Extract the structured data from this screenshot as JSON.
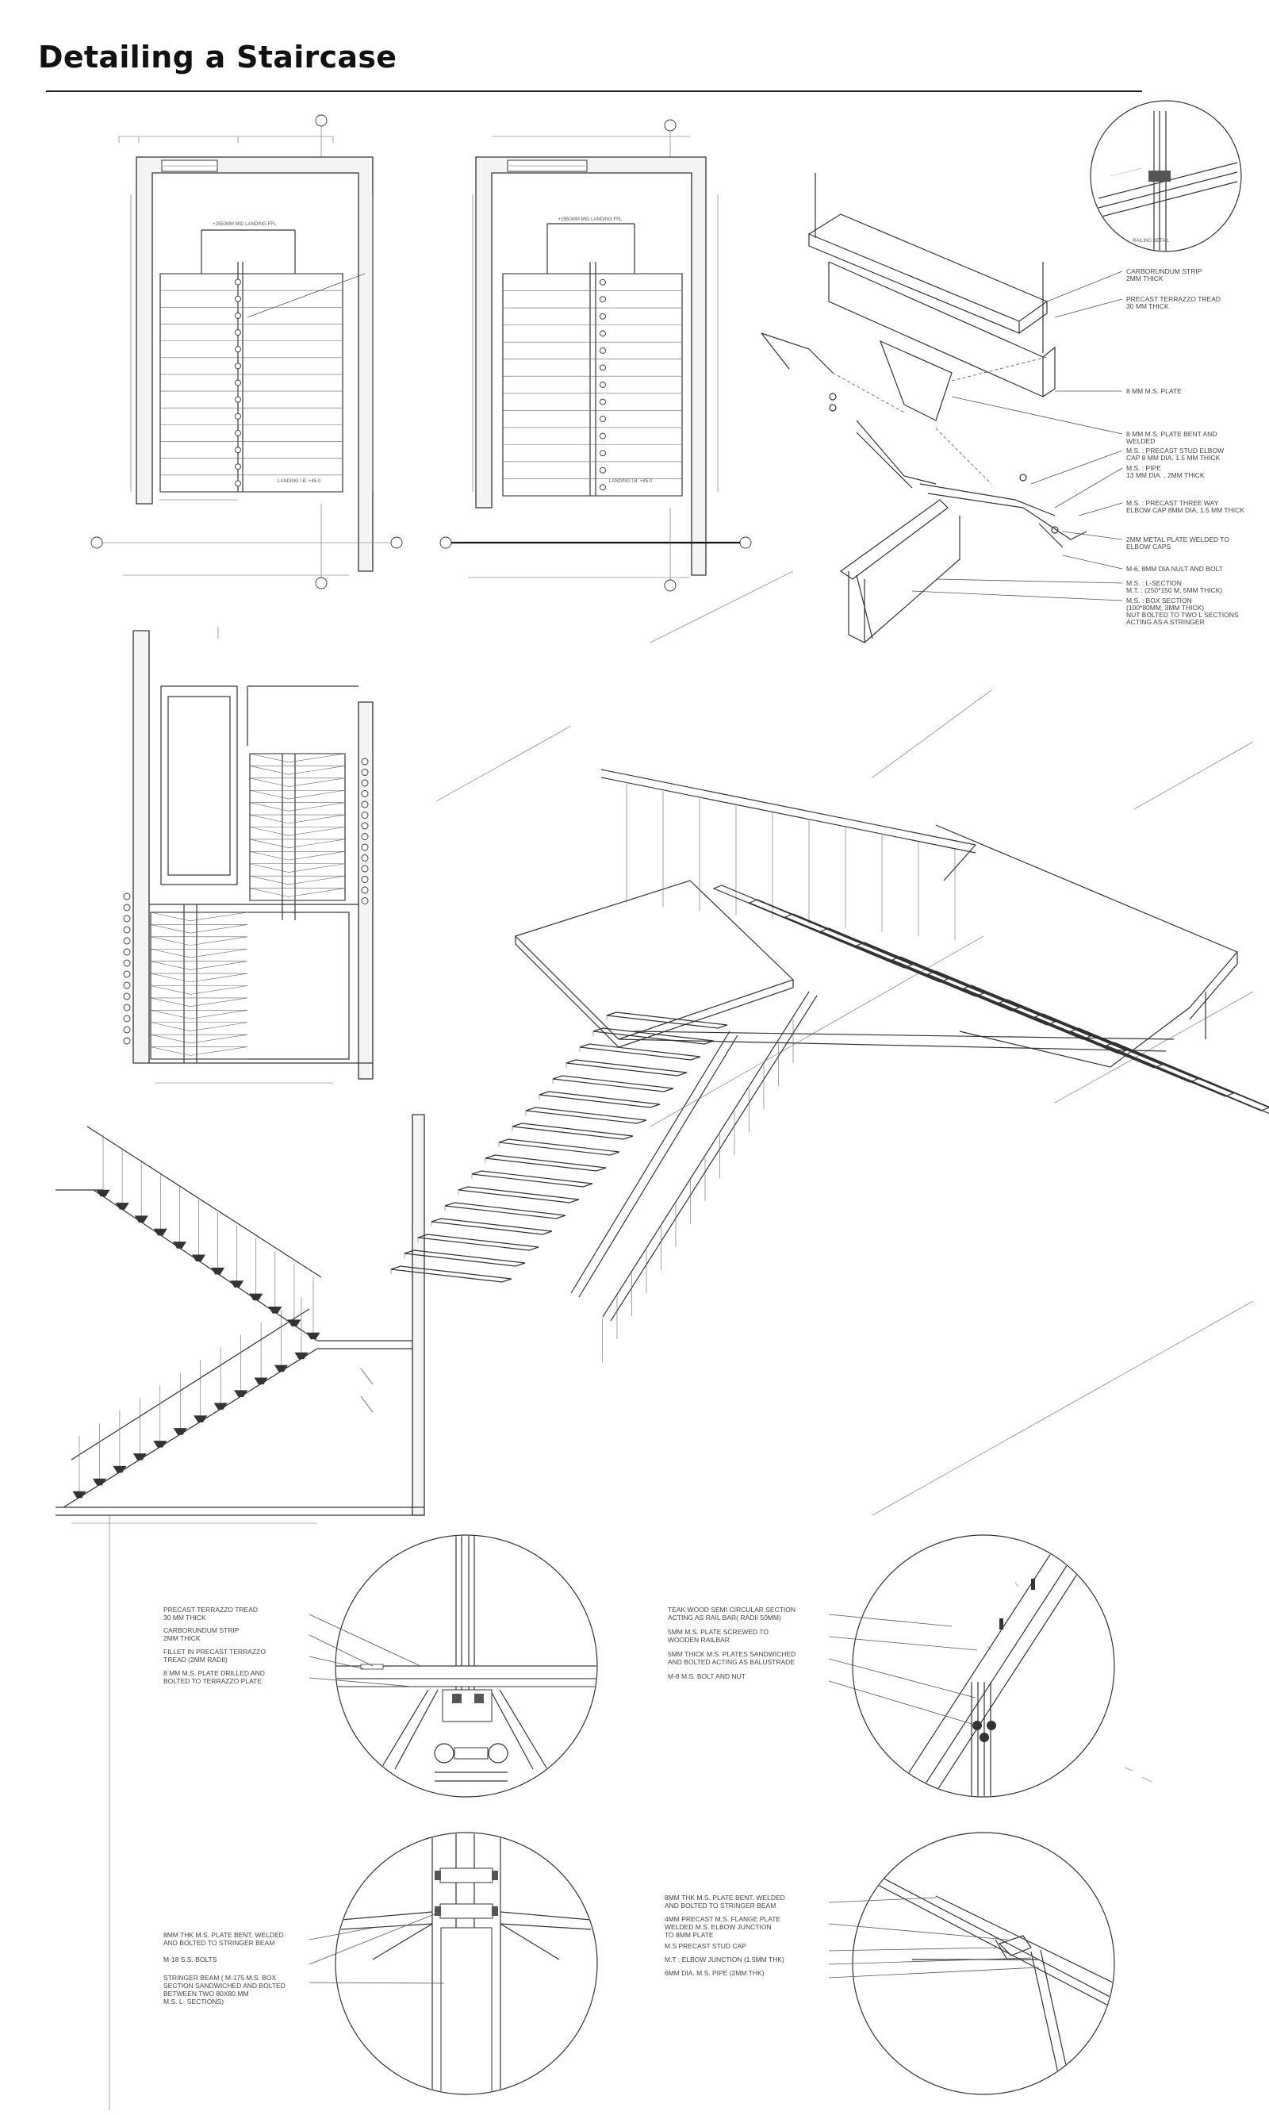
{
  "title": "Detailing a Staircase",
  "plans": {
    "plan_a_landing": "+2550MM MID LANDING FFL",
    "plan_a_level": "LANDING I.B. +45.0",
    "plan_b_landing": "+2550MM MID LANDING FFL",
    "plan_b_level": "LANDING I.B. +45.0"
  },
  "railing_detail_label": "RAILING DETAIL",
  "exploded_callouts": [
    "CARBORUNDUM STRIP|2MM THICK",
    "PRECAST TERRAZZO TREAD|30 MM THICK",
    "8 MM M.S. PLATE",
    "8 MM M.S. PLATE BENT AND|WELDED",
    "M.S. : PRECAST STUD ELBOW|CAP 8 MM DIA, 1.5 MM THICK",
    "M.S. : PIPE|13 MM DIA. , 2MM THICK",
    "M.S. : PRECAST THREE WAY|ELBOW CAP 8MM DIA, 1.5 MM THICK",
    "2MM METAL PLATE WELDED TO|ELBOW CAPS",
    "M-6, 8MM DIA NULT AND BOLT",
    "M.S. : L-SECTION|M.T. : (250*150 M, 5MM THICK)",
    "M.S. : BOX SECTION|(100*80MM, 3MM THICK)|NUT BOLTED TO TWO L SECTIONS|ACTING AS A STRINGER"
  ],
  "detail_tread": [
    "PRECAST TERRAZZO TREAD|30 MM THICK",
    "CARBORUNDUM STRIP|2MM THICK",
    "FILLET IN PRECAST TERRAZZO|TREAD (2MM RADII)",
    "8 MM M.S. PLATE DRILLED AND|BOLTED TO TERRAZZO PLATE"
  ],
  "detail_rail": [
    "TEAK WOOD SEMI CIRCULAR SECTION|ACTING AS RAIL BAR( RADII 50MM)",
    "5MM M.S. PLATE SCREWED TO|WOODEN RAILBAR",
    "5MM THICK M.S. PLATES SANDWICHED|AND BOLTED ACTING AS BALUSTRADE",
    "M-8 M.S. BOLT AND NUT"
  ],
  "detail_stringer": [
    "8MM THK M.S. PLATE BENT, WELDED|AND BOLTED TO STRINGER BEAM",
    "M-18 S.S. BOLTS",
    "STRINGER BEAM ( M-175 M.S. BOX|SECTION SANDWICHED AND BOLTED|BETWEEN TWO 80X80 MM|M.S. L- SECTIONS)"
  ],
  "detail_elbow": [
    "8MM THK M.S. PLATE BENT, WELDED|AND BOLTED TO STRINGER BEAM",
    "4MM PRECAST M.S. FLANGE PLATE|WELDED M.S. ELBOW JUNCTION|TO 8MM PLATE",
    "M.S PRECAST STUD CAP",
    "M.T : ELBOW JUNCTION (1.5MM THK)",
    "6MM DIA. M.S. PIPE (2MM THK)"
  ]
}
